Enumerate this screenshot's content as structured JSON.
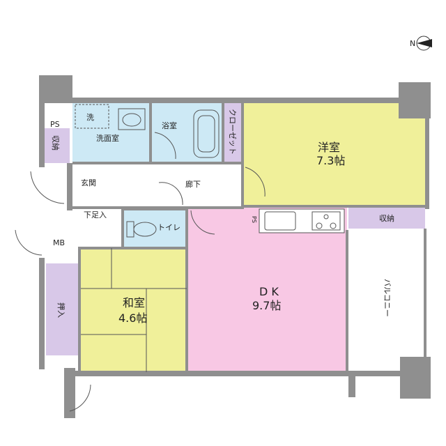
{
  "compass": {
    "label": "N"
  },
  "rooms": {
    "western_room": {
      "name": "洋室",
      "size": "7.3帖",
      "color": "#f0f09a"
    },
    "dk": {
      "name": "D K",
      "size": "9.7帖",
      "color": "#f8c8e4"
    },
    "japanese_room": {
      "name": "和室",
      "size": "4.6帖",
      "color": "#f0f09a"
    },
    "washroom": {
      "name": "洗面室",
      "color": "#cde9f5"
    },
    "bathroom": {
      "name": "浴室",
      "color": "#cde9f5"
    },
    "toilet": {
      "name": "トイレ",
      "color": "#cde9f5"
    },
    "entrance": {
      "name": "玄関"
    },
    "hallway": {
      "name": "廊下"
    },
    "shoe_box": {
      "name": "下足入"
    },
    "balcony": {
      "name": "バルコニー"
    }
  },
  "storage": {
    "closet": {
      "name": "クローゼット"
    },
    "storage_right": {
      "name": "収納"
    },
    "storage_left": {
      "name": "収納"
    },
    "oshiire": {
      "name": "押入"
    },
    "ps_top": {
      "name": "PS"
    },
    "ps_kitchen": {
      "name": "PS"
    },
    "mb": {
      "name": "MB"
    },
    "color": "#d8c8e8"
  },
  "fixtures": {
    "washer": "洗"
  }
}
